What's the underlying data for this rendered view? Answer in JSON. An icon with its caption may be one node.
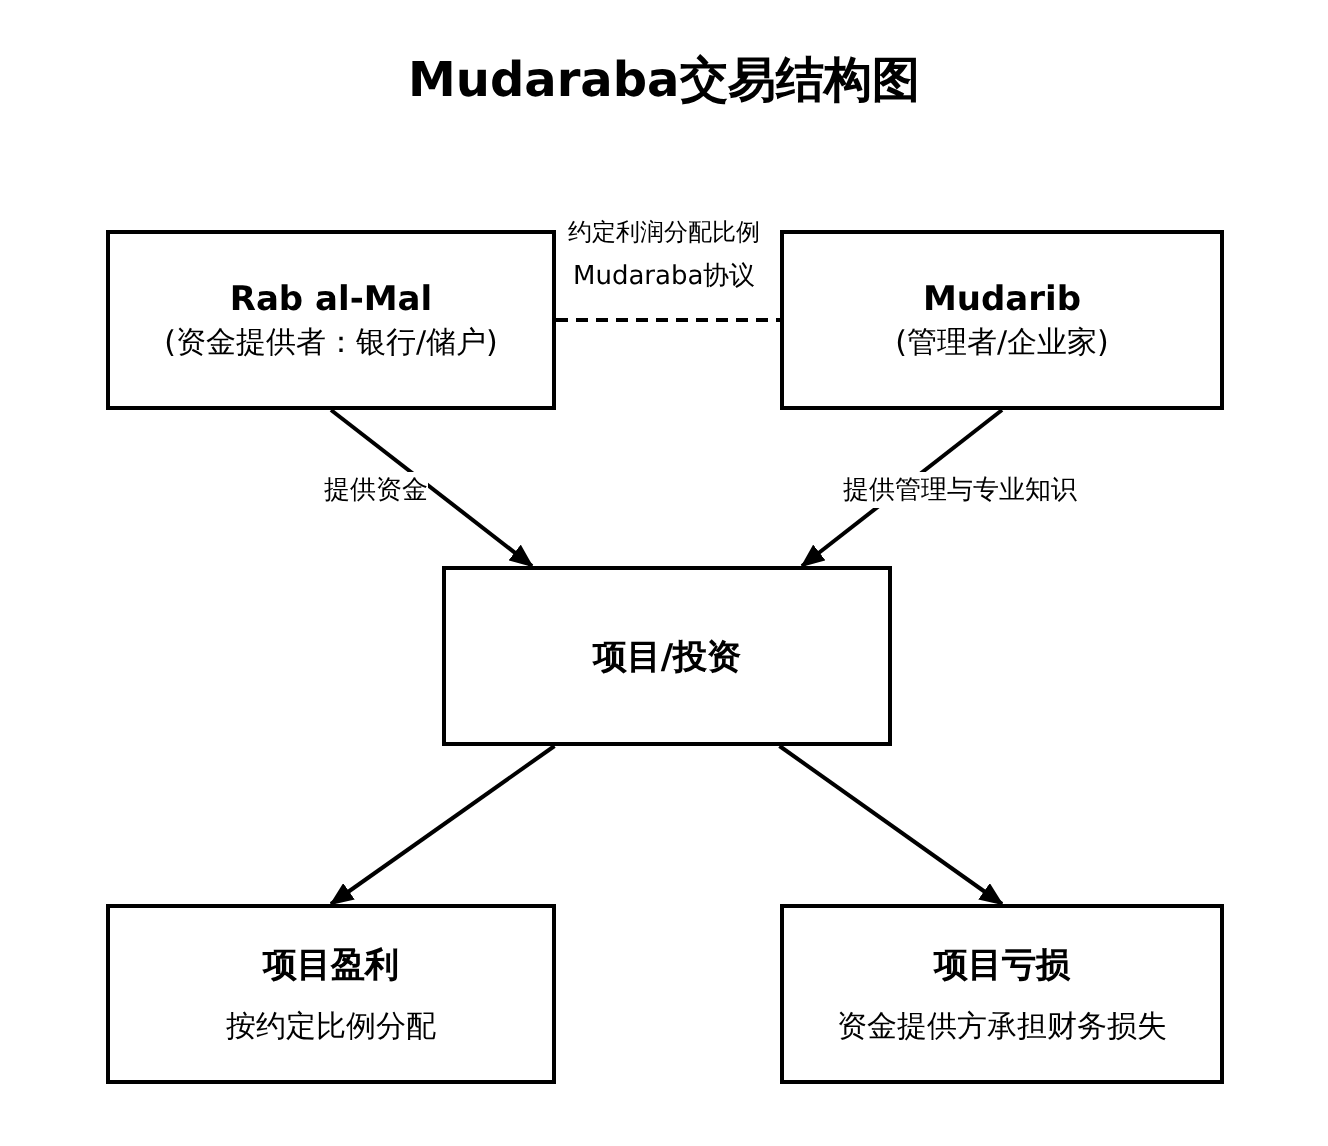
{
  "diagram": {
    "title": "Mudaraba交易结构图",
    "nodes": [
      {
        "text": [
          "Rab al-Mal",
          "(资金提供者：银行/储户)"
        ]
      },
      {
        "text": [
          "Mudarib",
          "(管理者/企业家)"
        ]
      },
      {
        "text": [
          "项目/投资"
        ]
      },
      {
        "text": [
          "项目盈利",
          "按约定比例分配"
        ]
      },
      {
        "text": [
          "项目亏损",
          "资金提供方承担财务损失"
        ]
      }
    ],
    "edges": [
      {
        "from": 0,
        "to": 1,
        "arrow": "none",
        "style": "dashed",
        "label": "Mudaraba协议"
      },
      {
        "from": 0,
        "to": 2,
        "arrow": "to",
        "label": "提供资金"
      },
      {
        "from": 1,
        "to": 2,
        "arrow": "to",
        "label": "提供管理与专业知识"
      },
      {
        "from": 2,
        "to": 3,
        "arrow": "to"
      },
      {
        "from": 2,
        "to": 4,
        "arrow": "to"
      }
    ],
    "labels": [
      "约定利润分配比例"
    ]
  }
}
